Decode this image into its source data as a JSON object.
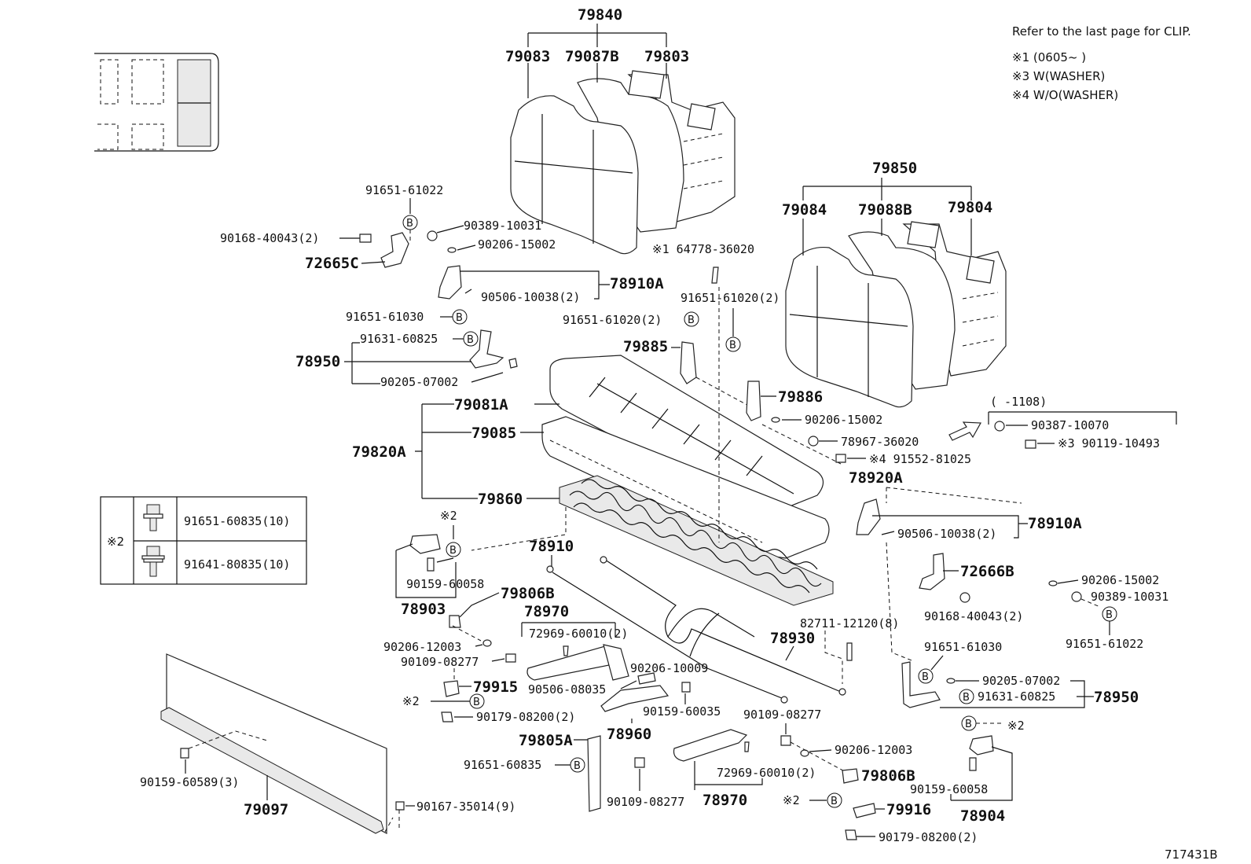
{
  "notes": {
    "clip": "Refer to the last page for CLIP.",
    "n1": "※1 (0605~       )",
    "n3": "※3 W(WASHER)",
    "n4": "※4 W/O(WASHER)",
    "range": "(       -1108)",
    "figure_id": "717431B"
  },
  "table": {
    "group": "※2",
    "rows": [
      "91651-60835(10)",
      "91641-80835(10)"
    ]
  },
  "labels": {
    "a79840": "79840",
    "a79083": "79083",
    "a79087B": "79087B",
    "a79803": "79803",
    "a79850": "79850",
    "a79084": "79084",
    "a79088B": "79088B",
    "a79804": "79804",
    "a91651_61022_l": "91651-61022",
    "a90389_l": "90389-10031",
    "a90168_l": "90168-40043(2)",
    "a90206_15002_l": "90206-15002",
    "a72665C": "72665C",
    "a78910A_l": "78910A",
    "a90506_l": "90506-10038(2)",
    "a91651_61030_l": "91651-61030",
    "a91631_l": "91631-60825",
    "a78950_l": "78950",
    "a90205_l": "90205-07002",
    "a64778": "※1 64778-36020",
    "a91651_61020_r": "91651-61020(2)",
    "a91651_61020_m": "91651-61020(2)",
    "a79885": "79885",
    "a79886": "79886",
    "a90206_15002_m": "90206-15002",
    "a78967": "78967-36020",
    "a91552": "※4 91552-81025",
    "a79081A": "79081A",
    "a79085": "79085",
    "a79820A": "79820A",
    "a79860": "79860",
    "a90387": "90387-10070",
    "a90119": "※3 90119-10493",
    "a78920A": "78920A",
    "a90506_r": "90506-10038(2)",
    "a78910A_r": "78910A",
    "a72666B": "72666B",
    "a90206_15002_r": "90206-15002",
    "a90389_r": "90389-10031",
    "a90168_r": "90168-40043(2)",
    "a91651_61022_r": "91651-61022",
    "a91651_61030_r": "91651-61030",
    "a90205_r": "90205-07002",
    "a91631_r": "91631-60825",
    "a78950_r": "78950",
    "a78910": "78910",
    "a78930": "78930",
    "a82711": "82711-12120(8)",
    "a79806B_l": "79806B",
    "a78903": "78903",
    "a90159_60058_l": "90159-60058",
    "a78970_t": "78970",
    "a72969_t": "72969-60010(2)",
    "a90206_12003_l": "90206-12003",
    "a90109_l": "90109-08277",
    "a90206_10009": "90206-10009",
    "a90506_08035": "90506-08035",
    "a79915": "79915",
    "a90179_l": "90179-08200(2)",
    "a90159_60035": "90159-60035",
    "a78960": "78960",
    "a90109_m": "90109-08277",
    "a90206_12003_r": "90206-12003",
    "a79805A": "79805A",
    "a91651_60835": "91651-60835",
    "a90109_b": "90109-08277",
    "a72969_b": "72969-60010(2)",
    "a78970_b": "78970",
    "a79806B_r": "79806B",
    "a79916": "79916",
    "a90179_r": "90179-08200(2)",
    "a90159_60058_r": "90159-60058",
    "a78904": "78904",
    "a90159_60589": "90159-60589(3)",
    "a79097": "79097",
    "a90167": "90167-35014(9)",
    "x2_a": "※2",
    "x2_b": "※2",
    "x2_c": "※2",
    "x2_d": "※2"
  },
  "callout_letter": "B"
}
